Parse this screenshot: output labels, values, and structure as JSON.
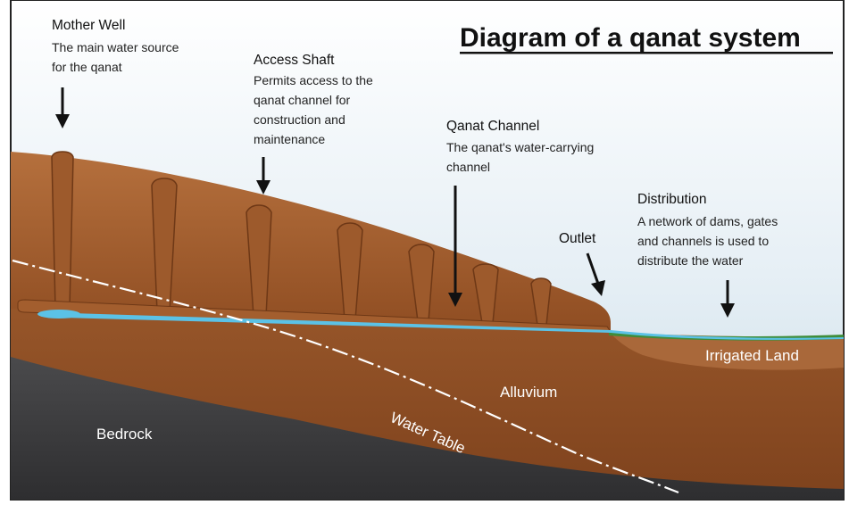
{
  "title": "Diagram of a qanat system",
  "labels": {
    "mother_well": {
      "title": "Mother Well",
      "desc": [
        "The main water source",
        "for the qanat"
      ]
    },
    "access_shaft": {
      "title": "Access Shaft",
      "desc": [
        "Permits access to the",
        "qanat channel for",
        "construction and",
        "maintenance"
      ]
    },
    "qanat_channel": {
      "title": "Qanat Channel",
      "desc": [
        "The qanat's water-carrying",
        "channel"
      ]
    },
    "distribution": {
      "title": "Distribution",
      "desc": [
        "A network of dams, gates",
        "and channels is used to",
        "distribute the water"
      ]
    },
    "outlet": "Outlet",
    "irrigated_land": "Irrigated Land",
    "alluvium": "Alluvium",
    "bedrock": "Bedrock",
    "water_table": "Water Table"
  },
  "colors": {
    "sky": "#d6e6ef",
    "soil_light": "#b2693a",
    "soil_mid": "#9a5628",
    "soil_dark": "#7a3f1c",
    "bedrock": "#3c3c3e",
    "water": "#5bc2e6",
    "grass": "#3f8d3a"
  }
}
